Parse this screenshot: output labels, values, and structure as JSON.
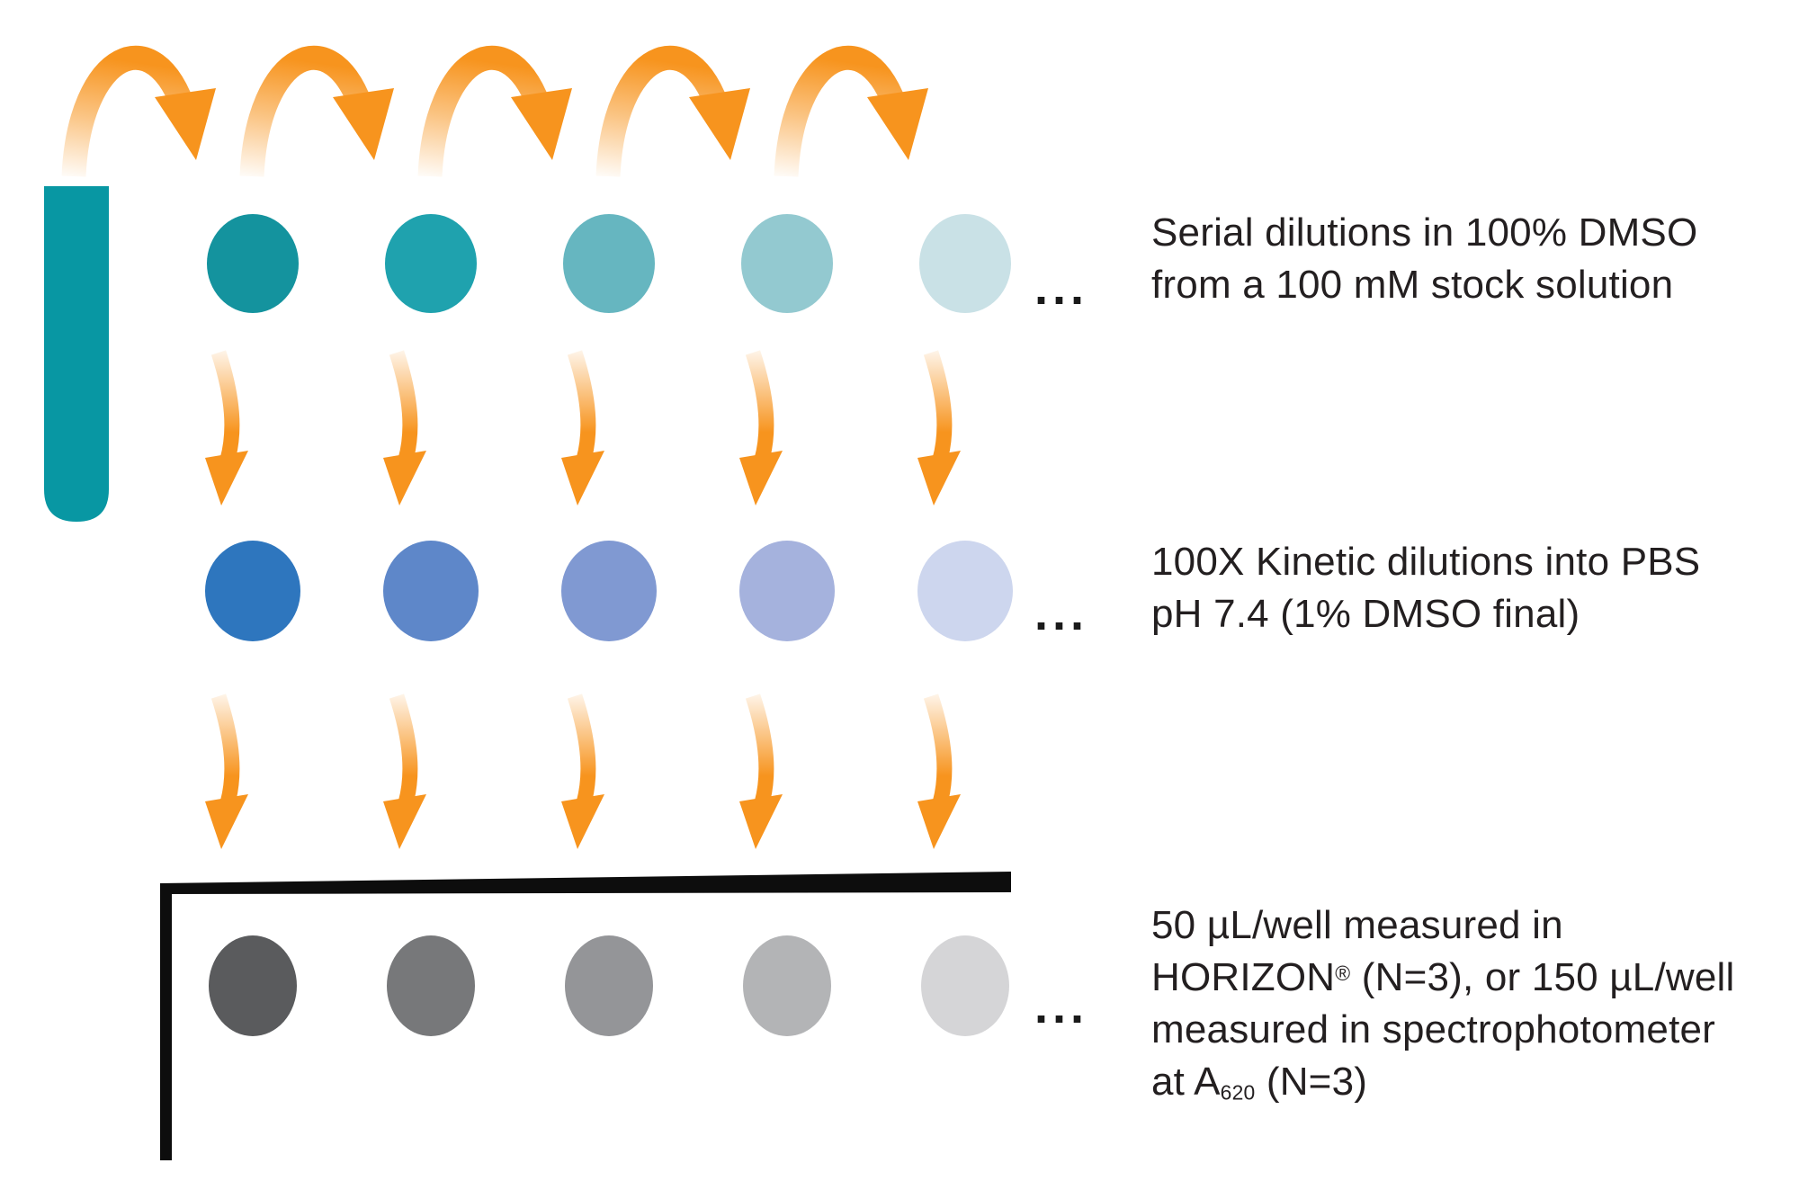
{
  "captions": {
    "step1": {
      "line1": "Serial dilutions in 100% DMSO",
      "line2": "from a 100 mM stock solution"
    },
    "step2": {
      "line1": "100X Kinetic dilutions into PBS",
      "line2": "pH 7.4 (1% DMSO final)"
    },
    "step3": {
      "line1": "50 µL/well measured in",
      "line2_pre": "HORIZON",
      "line2_sup": "®",
      "line2_post": " (N=3), or 150 µL/well",
      "line3": "measured in spectrophotometer",
      "line4_pre": "at A",
      "line4_sub": "620",
      "line4_post": " (N=3)"
    }
  },
  "diagram": {
    "wells_per_row": 5,
    "ellipsis": "...",
    "colors": {
      "arrow_orange": "#F7941E",
      "stock_tube_teal": "#0897A3",
      "plate_line_black": "#0D0D0D",
      "ellipsis_black": "#1A1A1A",
      "caption_text": "#231F20"
    },
    "rows": [
      {
        "id": "stock-dmso-wells",
        "colors": [
          "#14939E",
          "#1FA2AE",
          "#66B6C0",
          "#93C9D0",
          "#C9E1E6"
        ]
      },
      {
        "id": "pbs-kinetic-wells",
        "colors": [
          "#2E76BE",
          "#5E87C9",
          "#8099D2",
          "#A5B2DD",
          "#CDD6EE"
        ]
      },
      {
        "id": "plate-wells",
        "colors": [
          "#5A5B5D",
          "#77787A",
          "#949598",
          "#B3B4B6",
          "#D5D5D7"
        ]
      }
    ]
  }
}
